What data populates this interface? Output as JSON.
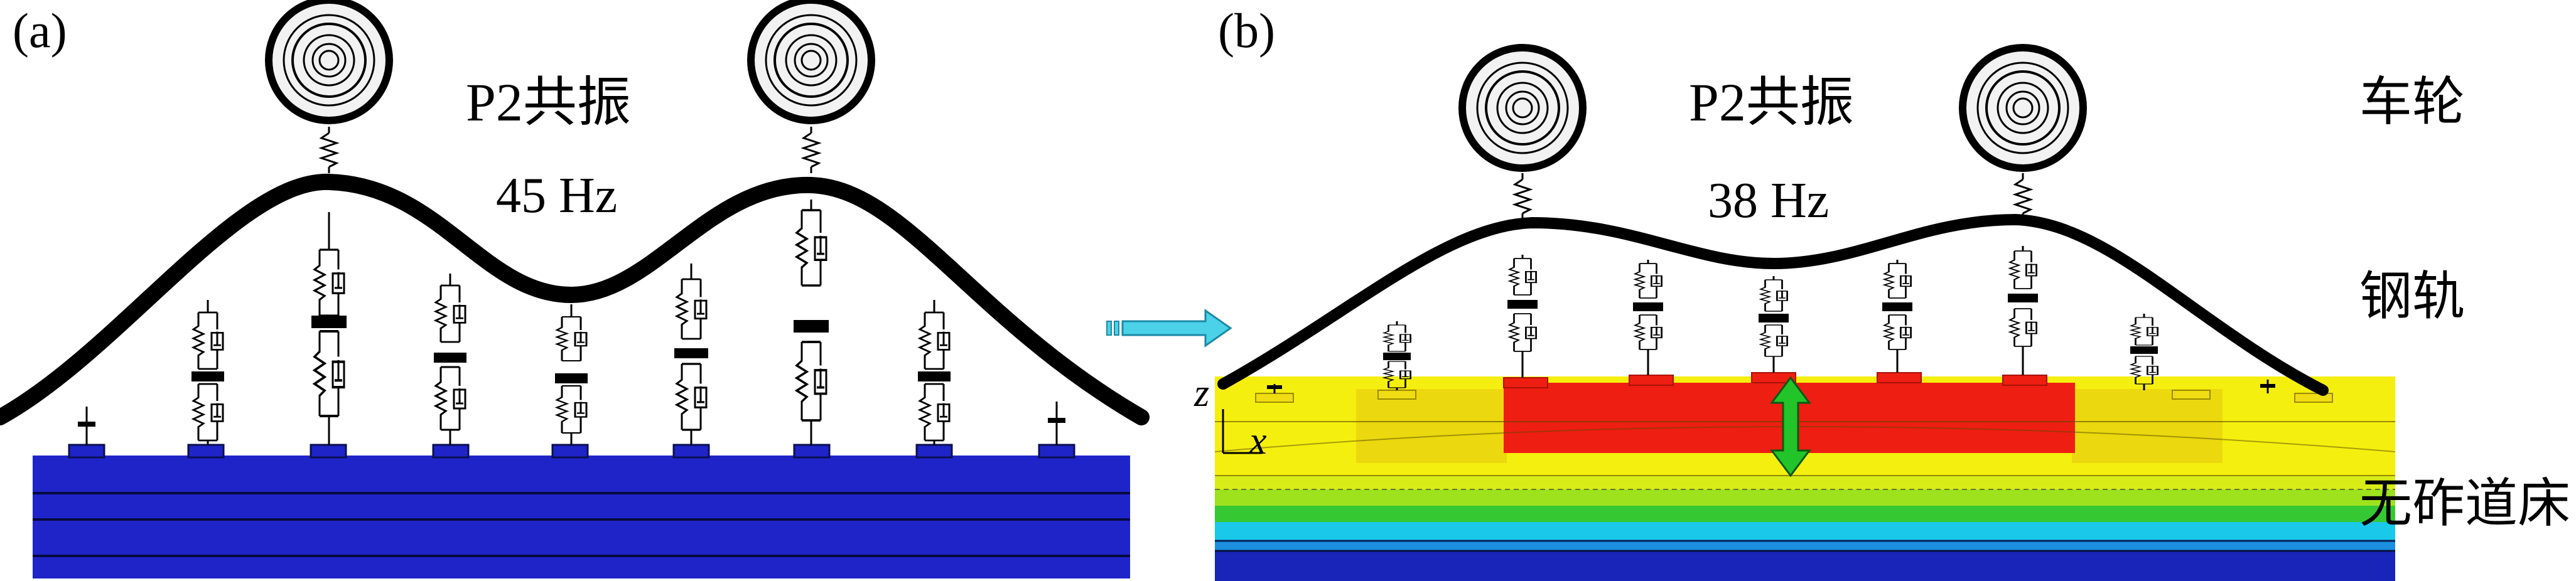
{
  "panel_a": {
    "label": "(a)",
    "resonance": "P2共振",
    "frequency": "45 Hz"
  },
  "panel_b": {
    "label": "(b)",
    "resonance": "P2共振",
    "frequency": "38 Hz"
  },
  "legend": {
    "wheel": "车轮",
    "rail": "钢轨",
    "slab": "无砟道床"
  },
  "axes": {
    "z": "z",
    "x": "x"
  },
  "colors": {
    "slab_blue": "#1f24c8",
    "rail": "#000000",
    "wheel_fill": "#f2f2f2",
    "contour_red": "#ee1e12",
    "contour_yellow": "#f5ef0f",
    "contour_lightgreen": "#b6e81a",
    "contour_green": "#35c832",
    "contour_cyan": "#1ac8ea",
    "contour_blue": "#1825b8",
    "arrow_cyan": "#4bd2e8",
    "arrow_green": "#22c42a"
  },
  "icons": {
    "wheel": "wheel-icon",
    "suspension_spring": "spring-icon",
    "fastener": "spring-damper-icon",
    "transition_arrow": "arrow-right-icon",
    "displacement": "double-arrow-icon"
  }
}
